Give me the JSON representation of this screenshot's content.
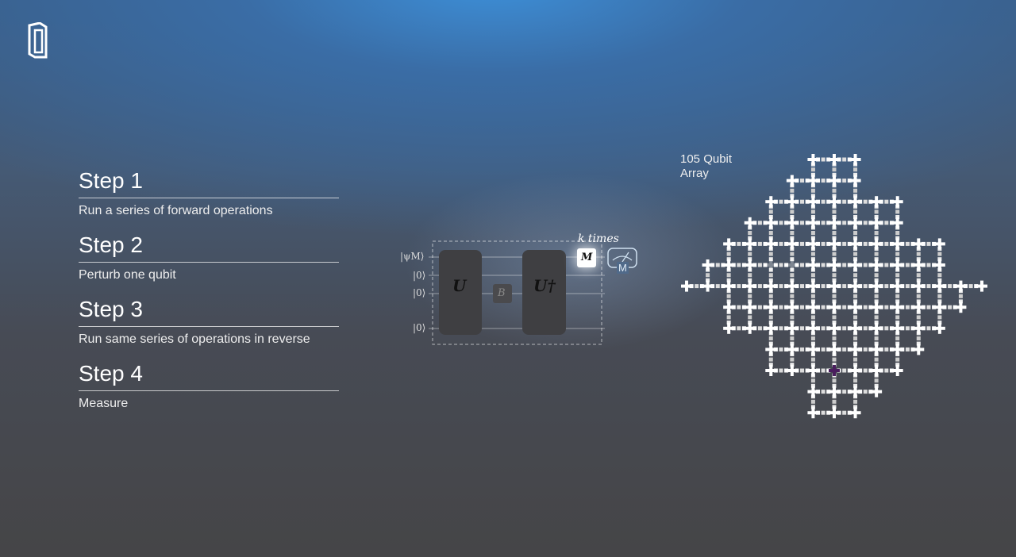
{
  "logo": {
    "name": "brand-logo"
  },
  "steps": [
    {
      "title": "Step 1",
      "description": "Run a series of forward operations"
    },
    {
      "title": "Step 2",
      "description": "Perturb one qubit"
    },
    {
      "title": "Step 3",
      "description": "Run same series of operations in reverse"
    },
    {
      "title": "Step 4",
      "description": "Measure"
    }
  ],
  "circuit": {
    "inputs": [
      "|ψM⟩",
      "|0⟩",
      "|0⟩",
      "|0⟩"
    ],
    "gate_u": "U",
    "gate_b": "B",
    "gate_udagger": "U†",
    "gate_m": "M",
    "repeat_label": "k times",
    "measure_label": "M"
  },
  "array": {
    "label_line1": "105 Qubit",
    "label_line2": "Array",
    "perturbed_color": "#4a1e5e"
  }
}
